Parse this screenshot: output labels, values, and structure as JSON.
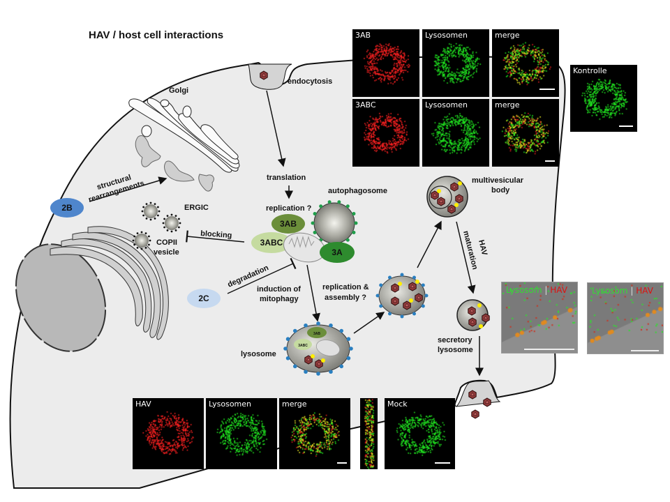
{
  "title": "HAV / host cell interactions",
  "labels": {
    "golgi": "Golgi",
    "endocytosis": "endocytosis",
    "translation": "translation",
    "replication_q": "replication ?",
    "autophagosome": "autophagosome",
    "multivesicular_line1": "multivesicular",
    "multivesicular_line2": "body",
    "ergic": "ERGIC",
    "copii_line1": "COPII",
    "copii_line2": "vesicle",
    "blocking": "blocking",
    "structural_line1": "structural",
    "structural_line2": "rearrangements",
    "degradation": "degradation",
    "induction_line1": "induction of",
    "induction_line2": "mitophagy",
    "replication_assembly_line1": "replication &",
    "replication_assembly_line2": "assembly ?",
    "hav_maturation_line1": "HAV",
    "hav_maturation_line2": "maturation",
    "secretory_line1": "secretory",
    "secretory_line2": "lysosome",
    "lysosome": "lysosome"
  },
  "proteins": {
    "p2b": {
      "label": "2B",
      "color": "#4f86cc"
    },
    "p2c": {
      "label": "2C",
      "color": "#c6d9f0"
    },
    "p3ab": {
      "label": "3AB",
      "color": "#6b8e3a"
    },
    "p3abc": {
      "label": "3ABC",
      "color": "#c5dba0"
    },
    "p3a": {
      "label": "3A",
      "color": "#2e8b2e"
    }
  },
  "lysosome_inner": {
    "l3ab": "3AB",
    "l3abc": "3ABC"
  },
  "micrographs": {
    "top_row1": [
      "3AB",
      "Lysosomen",
      "merge"
    ],
    "top_row2": [
      "3ABC",
      "Lysosomen",
      "merge"
    ],
    "control": "Kontrolle",
    "bottom_row": [
      "HAV",
      "Lysosomen",
      "merge"
    ],
    "mock": "Mock",
    "phase_caption": {
      "green": "Lysosom",
      "sep": "|",
      "red": "HAV"
    }
  },
  "colors": {
    "cell_fill": "#ececec",
    "outline": "#111111",
    "virus": "#b04a4a",
    "yellow_dot": "#ffee00",
    "blue_dot": "#2a7fc0",
    "green_dot": "#1f9e4a"
  }
}
